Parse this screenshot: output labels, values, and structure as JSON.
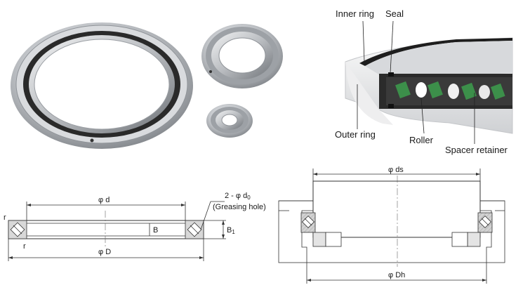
{
  "labels": {
    "inner_ring": "Inner ring",
    "seal": "Seal",
    "outer_ring": "Outer ring",
    "roller": "Roller",
    "spacer_retainer": "Spacer retainer"
  },
  "dims": {
    "bore": "φ d",
    "outer": "φ D",
    "width_b": "B",
    "width_b1": "B",
    "width_b1_sub": "1",
    "radius_top": "r",
    "radius_bottom": "r",
    "grease_count": "2 - φ d",
    "grease_sub": "0",
    "grease_note": "(Greasing hole)",
    "shaft": "φ ds",
    "housing": "φ Dh"
  },
  "colors": {
    "steel_light": "#e6e7e9",
    "steel_mid": "#b8bbbf",
    "steel_dark": "#6e7277",
    "seal_black": "#1e1e1e",
    "roller_green": "#3c8f4a",
    "section_gray": "#c9c9c9"
  },
  "icons": {
    "large_bearing": "large-bearing-photo",
    "medium_bearing": "medium-bearing-photo",
    "small_bearing": "small-bearing-photo",
    "cutaway": "bearing-cutaway-photo"
  }
}
